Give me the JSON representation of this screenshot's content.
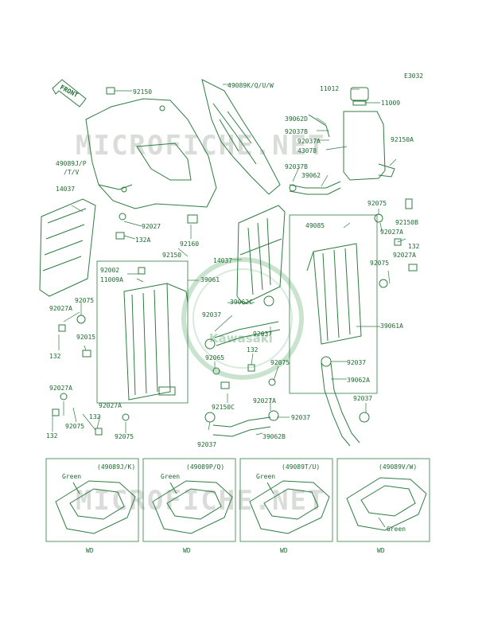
{
  "diagram_code": "E3032",
  "front_arrow": "FRONT",
  "watermark": "MICROFICHE.NET",
  "logo_text": "Kawasaki",
  "colors": {
    "line": "#2e7d3f",
    "text": "#1d6b2f",
    "watermark": "#d9dcd9"
  },
  "labels": {
    "l92150a": "92150",
    "l49089kquw": "49089K/Q/U/W",
    "l11012": "11012",
    "l11009": "11009",
    "l39062d": "39062D",
    "l92037b1": "92037B",
    "l92037a1": "92037A",
    "l43078": "43078",
    "l92150a2": "92150A",
    "l49089jp1": "49089J/P",
    "l49089jp2": "/T/V",
    "l92037b2": "92037B",
    "l39062": "39062",
    "l14037a": "14037",
    "l92027a": "92027",
    "l132a": "132A",
    "l92160": "92160",
    "l92150b": "92150",
    "l92075a": "92075",
    "l92150b2": "92150B",
    "l92027a2": "92027A",
    "l49085": "49085",
    "l132b": "132",
    "l92027a3": "92027A",
    "l92075b": "92075",
    "l14037b": "14037",
    "l92002": "92002",
    "l11009a": "11009A",
    "l39061": "39061",
    "l92075c": "92075",
    "l92027a4": "92027A",
    "l39062c": "39062C",
    "l92037a": "92037",
    "l92037b": "92037",
    "l39061a": "39061A",
    "l132c": "132",
    "l92015": "92015",
    "l92065": "92065",
    "l132d": "132",
    "l92075d": "92075",
    "l92037c": "92037",
    "l39062a": "39062A",
    "l92027a5": "92027A",
    "l92150c": "92150C",
    "l92027a6": "92027A",
    "l92037d": "92037",
    "l92037e": "92037",
    "l132e": "132",
    "l92075e": "92075",
    "l92027a7": "92027A",
    "l132f": "132",
    "l92075f": "92075",
    "l92037f": "92037",
    "l39062b": "39062B"
  },
  "variants": [
    {
      "title": "(49089J/K)",
      "color_label": "Green",
      "wd": "WD"
    },
    {
      "title": "(49089P/Q)",
      "color_label": "Green",
      "wd": "WD"
    },
    {
      "title": "(49089T/U)",
      "color_label": "Green",
      "wd": "WD"
    },
    {
      "title": "(49089V/W)",
      "color_label": "Green",
      "wd": "WD"
    }
  ]
}
